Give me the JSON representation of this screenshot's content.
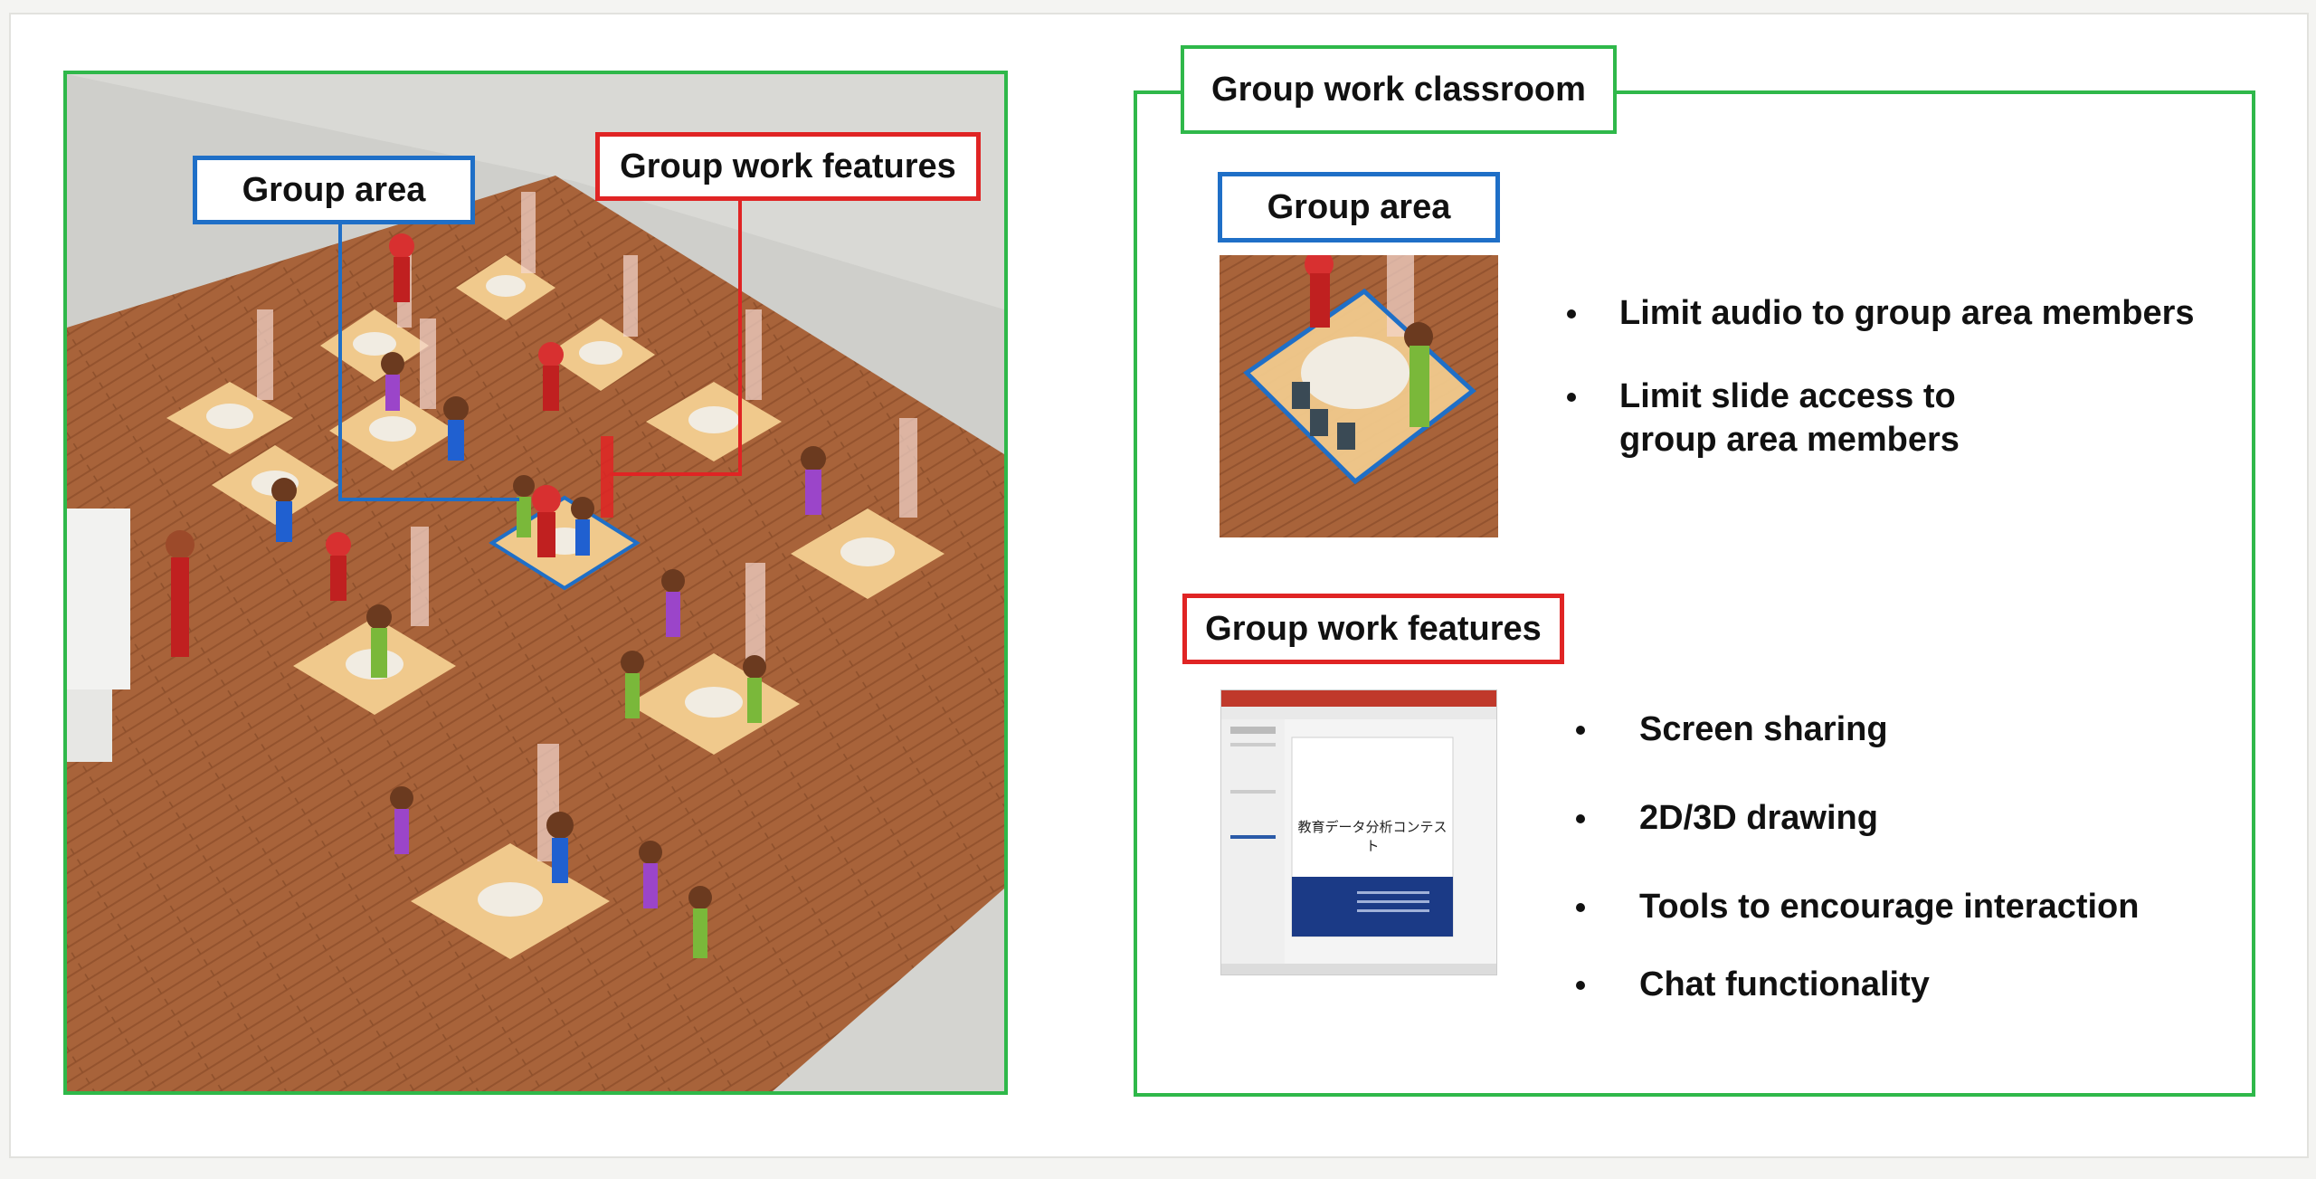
{
  "scene": {
    "group_area_label": "Group area",
    "group_work_features_label": "Group work features"
  },
  "panel": {
    "title": "Group work classroom",
    "group_area": {
      "label": "Group area",
      "bullets": [
        "Limit audio to group area members",
        "Limit slide access to",
        "group area members"
      ]
    },
    "group_work_features": {
      "label": "Group work features",
      "bullets": [
        "Screen sharing",
        "2D/3D drawing",
        "Tools to encourage interaction",
        "Chat functionality"
      ]
    },
    "slide_title": "教育データ分析コンテスト"
  },
  "colors": {
    "frame_green": "#2fb84a",
    "group_area_blue": "#1f6fc7",
    "features_red": "#e02424",
    "floor_wood": "#a8633a"
  }
}
